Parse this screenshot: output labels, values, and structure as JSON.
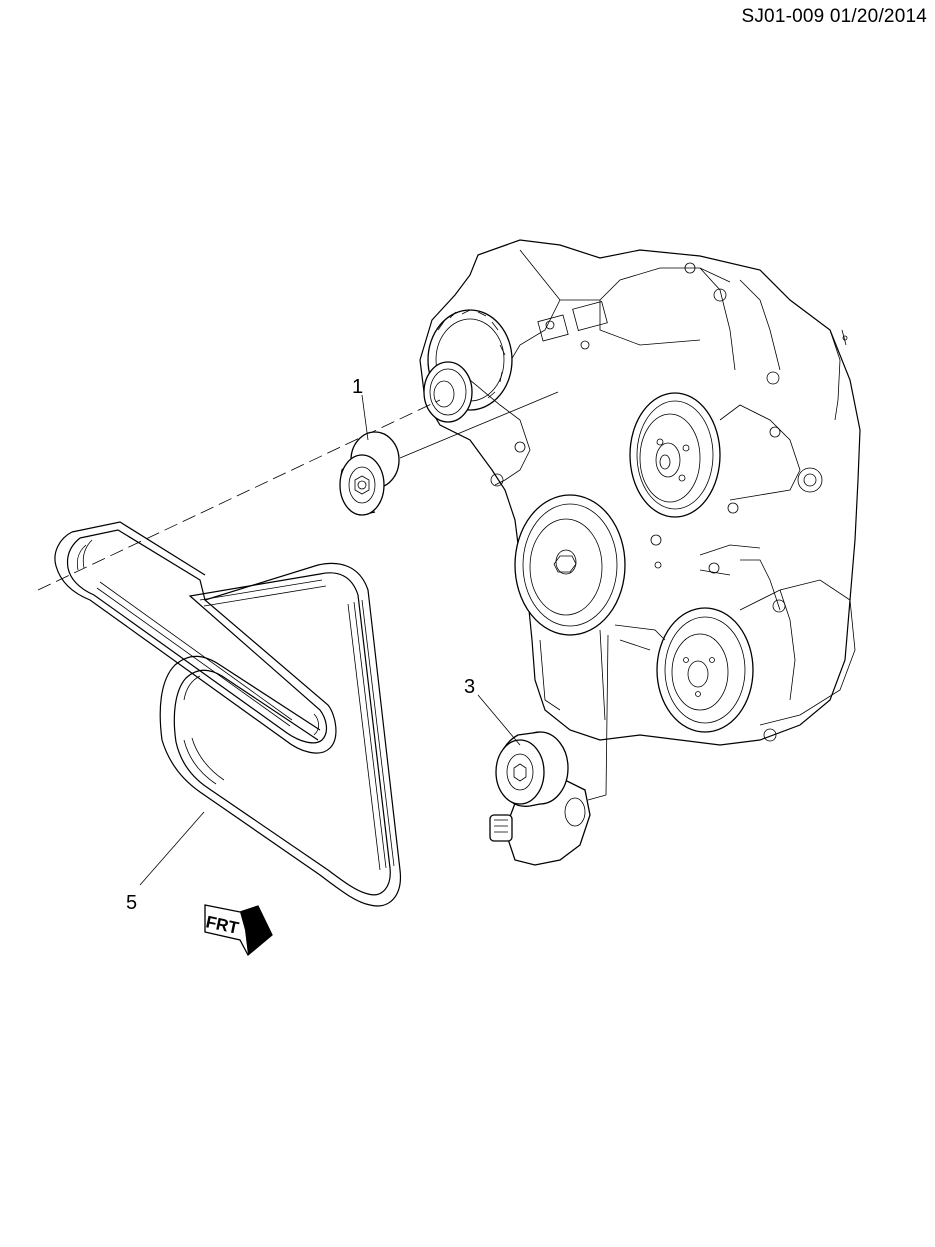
{
  "header": {
    "drawing_code": "SJ01-009  01/20/2014"
  },
  "callouts": [
    {
      "id": "1",
      "label": "1"
    },
    {
      "id": "3",
      "label": "3"
    },
    {
      "id": "5",
      "label": "5"
    }
  ],
  "orientation": {
    "front_arrow_label": "FRT",
    "icon": "front-direction-arrow-icon"
  },
  "components": {
    "drive_belt": "belt-icon",
    "idler_pulley": "pulley-icon",
    "tensioner": "tensioner-icon",
    "engine": "engine-icon"
  }
}
